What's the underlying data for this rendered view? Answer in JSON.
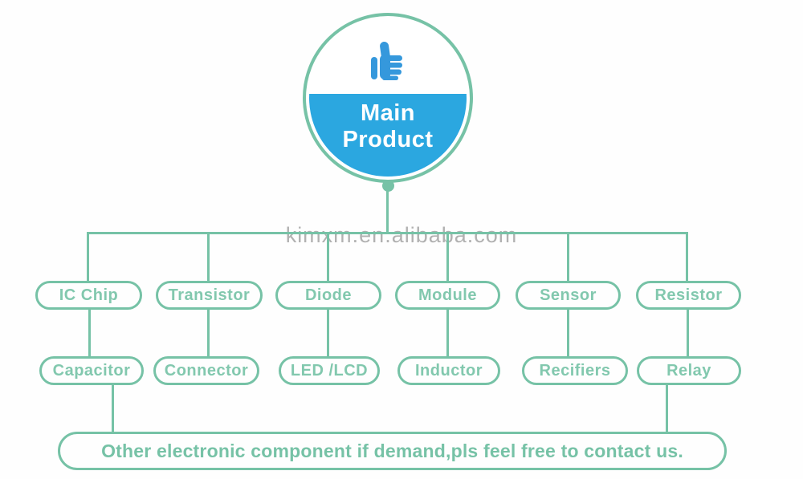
{
  "main_node": {
    "label": "Main Product"
  },
  "watermark": "kimxm.en.alibaba.com",
  "row1": [
    "IC Chip",
    "Transistor",
    "Diode",
    "Module",
    "Sensor",
    "Resistor"
  ],
  "row2": [
    "Capacitor",
    "Connector",
    "LED /LCD",
    "Inductor",
    "Recifiers",
    "Relay"
  ],
  "banner": "Other electronic component if demand,pls feel free to contact us.",
  "colors": {
    "line_green": "#76c2a6",
    "pill_text_green": "#82c8ae",
    "node_blue": "#2ba7e0",
    "icon_blue": "#3598dc",
    "node_text_white": "#ffffff",
    "watermark_gray": "#9c9c9c"
  },
  "icons": {
    "main_node_icon": "thumbs-up-icon"
  }
}
